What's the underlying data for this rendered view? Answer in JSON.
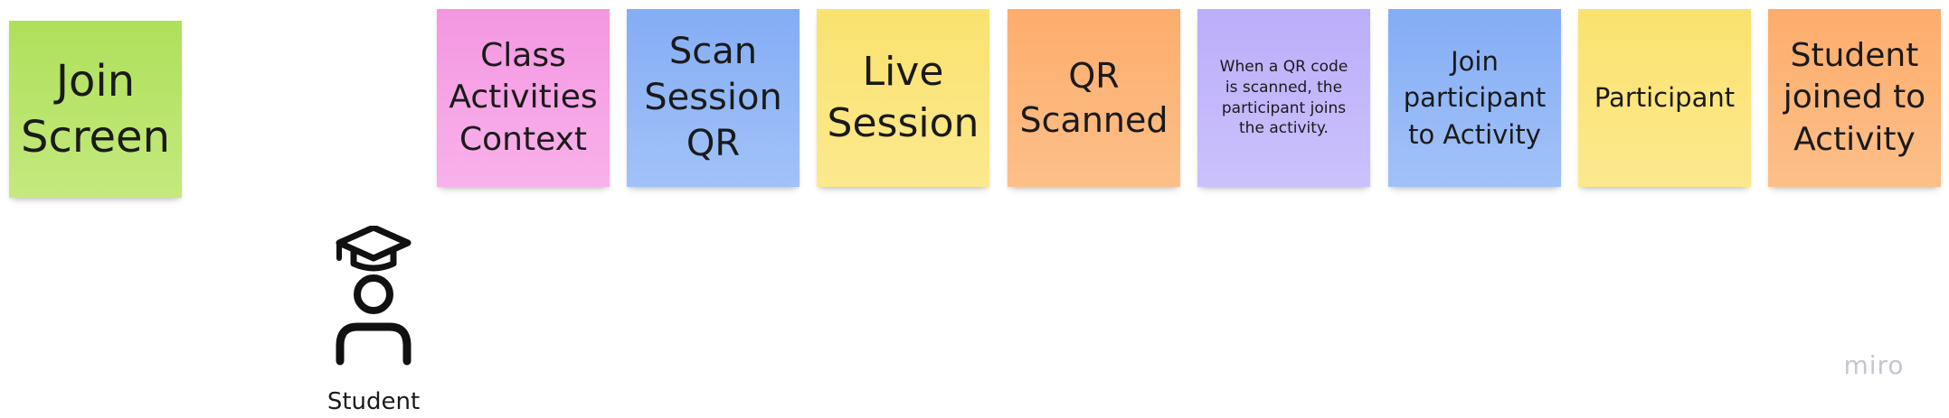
{
  "board": {
    "stickies": [
      {
        "id": "join-screen",
        "text": "Join\nScreen",
        "color": "#b8e465"
      },
      {
        "id": "class-activities-context",
        "text": "Class\nActivities\nContext",
        "color": "#f5a0e4"
      },
      {
        "id": "scan-session-qr",
        "text": "Scan\nSession\nQR",
        "color": "#8fb4f5"
      },
      {
        "id": "live-session",
        "text": "Live\nSession",
        "color": "#fbe47a"
      },
      {
        "id": "qr-scanned",
        "text": "QR\nScanned",
        "color": "#fdb477"
      },
      {
        "id": "when-qr-scanned",
        "text": "When a QR code\nis scanned, the\nparticipant joins\nthe activity.",
        "color": "#c3b6fb"
      },
      {
        "id": "join-participant-to-activity",
        "text": "Join\nparticipant\nto Activity",
        "color": "#8fb4f5"
      },
      {
        "id": "participant",
        "text": "Participant",
        "color": "#fbe47a"
      },
      {
        "id": "student-joined-to-activity",
        "text": "Student\njoined to\nActivity",
        "color": "#fdb477"
      }
    ],
    "actor": {
      "label": "Student",
      "icon": "student-graduation-cap-icon"
    }
  },
  "watermark": {
    "text": "miro",
    "color": "#c4c7d0"
  }
}
